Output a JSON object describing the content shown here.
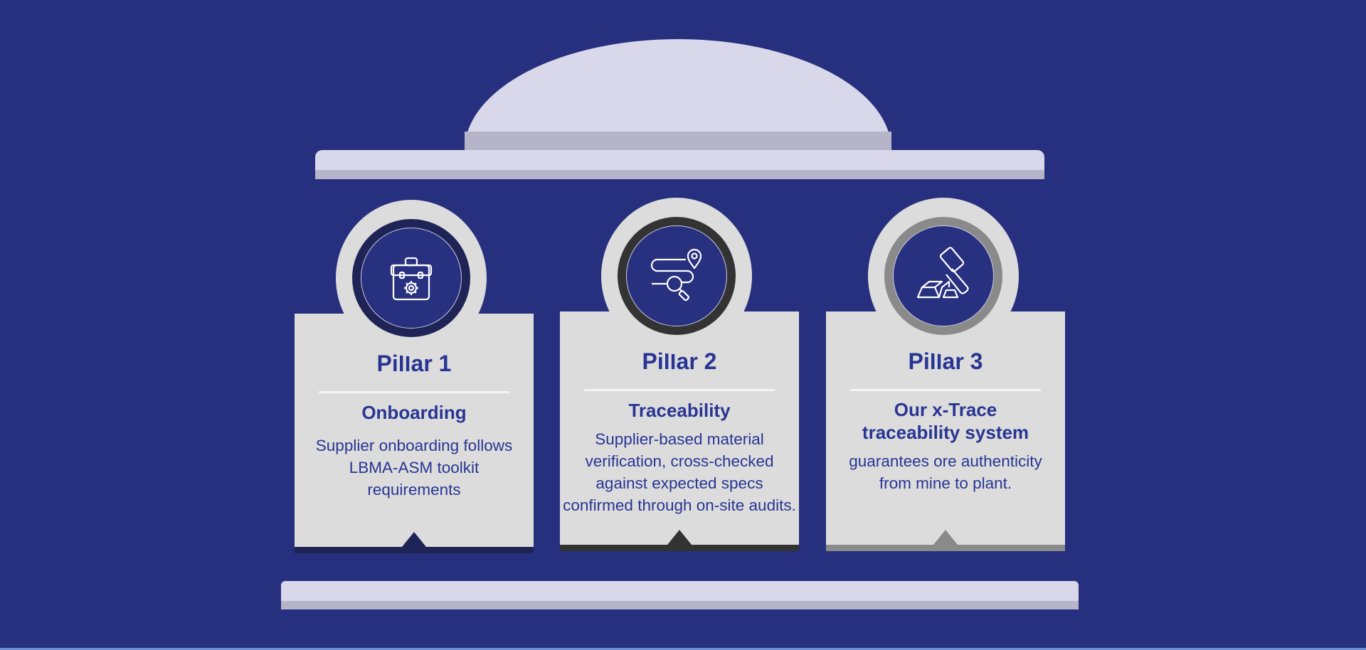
{
  "pillars": [
    {
      "title": "Pillar 1",
      "subtitle": "Onboarding",
      "body": "Supplier onboarding follows LBMA-ASM toolkit requirements",
      "icon": "toolbox-gear-icon",
      "accent": "#1f2456"
    },
    {
      "title": "Pillar 2",
      "subtitle": "Traceability",
      "body": "Supplier-based material verification, cross-checked against expected specs confirmed through on-site audits.",
      "icon": "route-search-icon",
      "accent": "#333333"
    },
    {
      "title": "Pillar 3",
      "subtitle": "Our x-Trace traceability system",
      "body": "guarantees ore authenticity from mine to plant.",
      "icon": "scanner-gold-bars-icon",
      "accent": "#8a8a8a"
    }
  ],
  "colors": {
    "background": "#27307e",
    "roof": "#d9d8ea",
    "roof_shade": "#b6b4c8",
    "card": "#dcdcdc",
    "text": "#283593"
  }
}
